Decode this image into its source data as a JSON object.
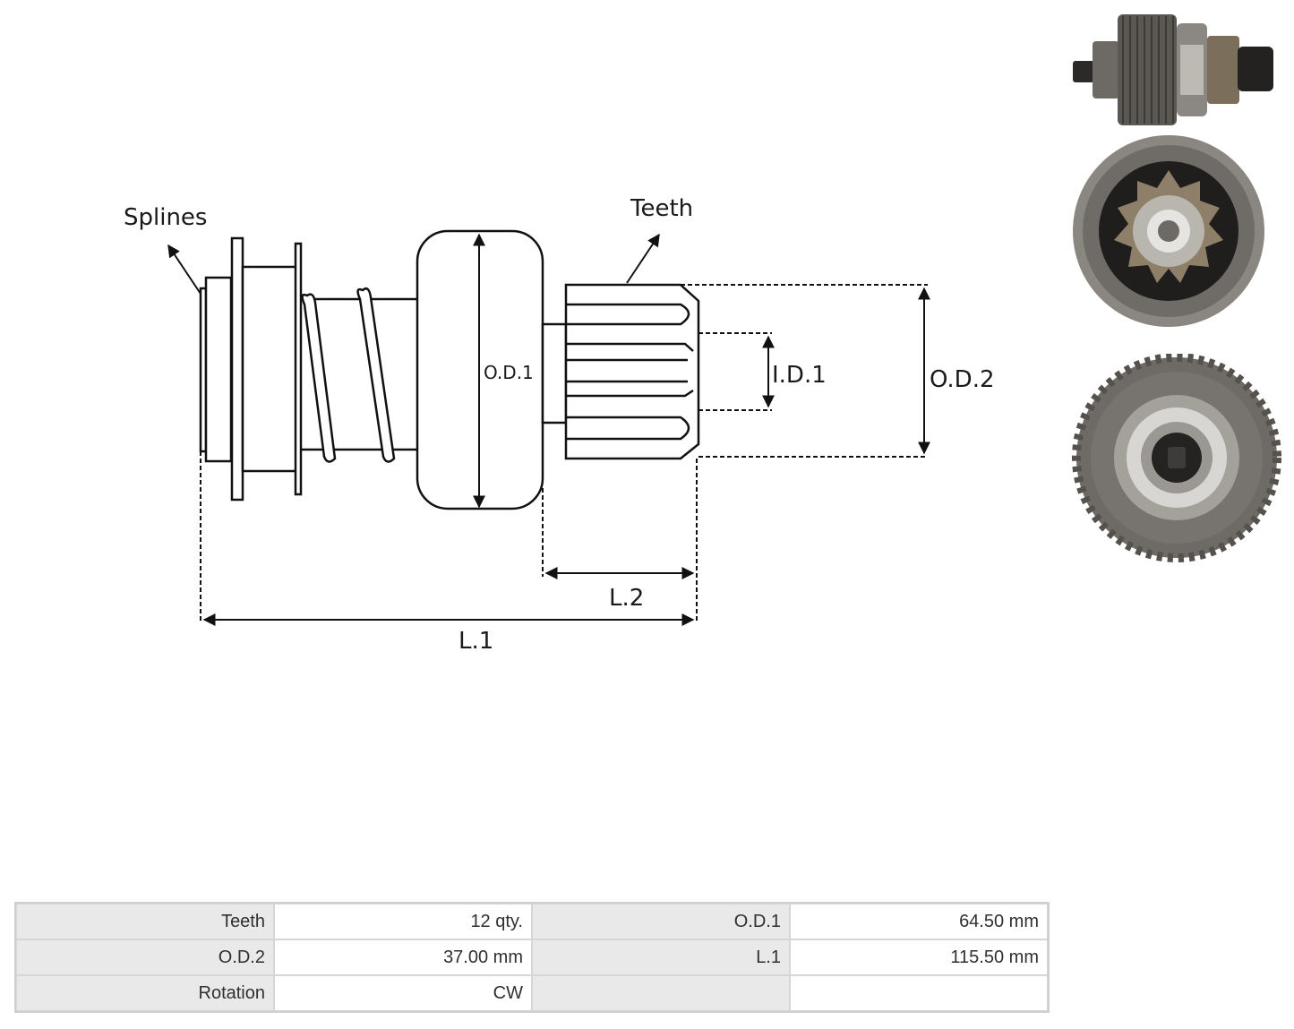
{
  "diagram": {
    "labels": {
      "splines": "Splines",
      "teeth": "Teeth",
      "od1": "O.D.1",
      "id1": "I.D.1",
      "od2": "O.D.2",
      "l1": "L.1",
      "l2": "L.2"
    }
  },
  "photos": [
    {
      "name": "side-view-photo"
    },
    {
      "name": "pinion-end-photo"
    },
    {
      "name": "drive-end-photo"
    }
  ],
  "specs": {
    "rows": [
      {
        "k1": "Teeth",
        "v1": "12 qty.",
        "k2": "O.D.1",
        "v2": "64.50 mm"
      },
      {
        "k1": "O.D.2",
        "v1": "37.00 mm",
        "k2": "L.1",
        "v2": "115.50 mm"
      },
      {
        "k1": "Rotation",
        "v1": "CW",
        "k2": "",
        "v2": ""
      }
    ]
  },
  "colors": {
    "line": "#111111",
    "metal": "#7d7a74",
    "metal_dark": "#3a3936",
    "table_key_bg": "#e9e9e9",
    "table_border": "#d6d6d6"
  }
}
